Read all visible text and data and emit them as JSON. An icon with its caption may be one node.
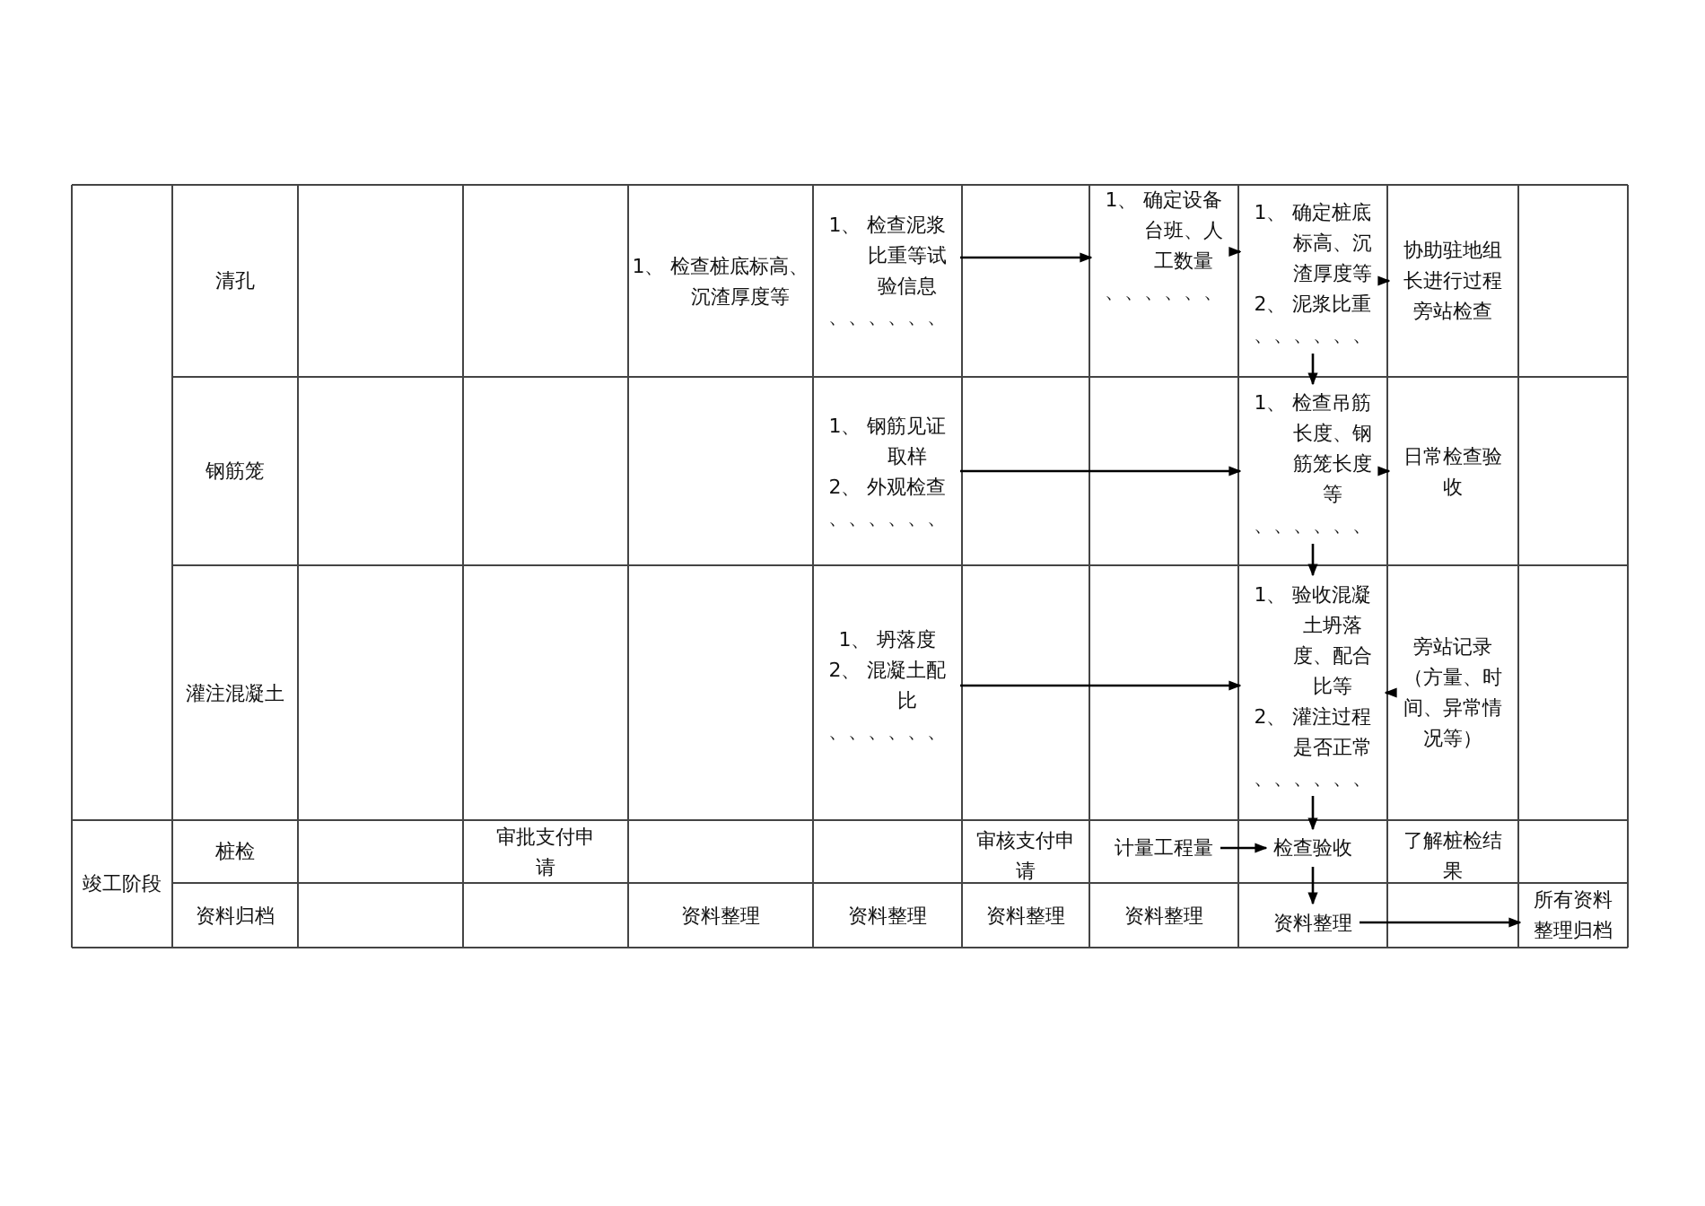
{
  "diagram": {
    "nodes": [
      {
        "text": [
          "清孔"
        ]
      },
      {
        "text": [
          "1、 检查桩底标高、沉渣厚度等"
        ]
      },
      {
        "text": [
          "1、 检查泥浆比重等试验信息",
          "、、、、、、"
        ]
      },
      {
        "text": [
          "1、 确定设备台班、人工数量",
          "、、、、、、"
        ]
      },
      {
        "text": [
          "1、 确定桩底标高、沉渣厚度等",
          "2、 泥浆比重",
          "、、、、、、"
        ]
      },
      {
        "text": [
          "协助驻地组长进行过程旁站检查"
        ]
      },
      {
        "text": [
          "钢筋笼"
        ]
      },
      {
        "text": [
          "1、 钢筋见证取样",
          "2、 外观检查",
          "、、、、、、"
        ]
      },
      {
        "text": [
          "1、 检查吊筋长度、钢筋笼长度等",
          "、、、、、、"
        ]
      },
      {
        "text": [
          "日常检查验收"
        ]
      },
      {
        "text": [
          "灌注混凝土"
        ]
      },
      {
        "text": [
          "1、 坍落度",
          "2、 混凝土配比",
          "、、、、、、"
        ]
      },
      {
        "text": [
          "1、 验收混凝土坍落度、配合比等",
          "2、 灌注过程是否正常",
          "、、、、、、"
        ]
      },
      {
        "text": [
          "旁站记录（方量、时间、异常情况等）"
        ]
      },
      {
        "text": [
          "竣工阶段"
        ]
      },
      {
        "text": [
          "桩检"
        ]
      },
      {
        "text": [
          "审批支付申请"
        ]
      },
      {
        "text": [
          "审核支付申请"
        ]
      },
      {
        "text": [
          "计量工程量"
        ]
      },
      {
        "text": [
          "检查验收"
        ]
      },
      {
        "text": [
          "了解桩检结果"
        ]
      },
      {
        "text": [
          "资料归档"
        ]
      },
      {
        "text": [
          "资料整理"
        ]
      },
      {
        "text": [
          "资料整理"
        ]
      },
      {
        "text": [
          "资料整理"
        ]
      },
      {
        "text": [
          "资料整理"
        ]
      },
      {
        "text": [
          "资料整理"
        ]
      },
      {
        "text": [
          "所有资料整理归档"
        ]
      }
    ],
    "edges": [
      {
        "from": 2,
        "to": 3,
        "arrow": "to"
      },
      {
        "from": 3,
        "to": 4,
        "arrow": "to"
      },
      {
        "from": 4,
        "to": 5,
        "arrow": "to"
      },
      {
        "from": 4,
        "to": 8,
        "arrow": "to"
      },
      {
        "from": 7,
        "to": 8,
        "arrow": "to"
      },
      {
        "from": 8,
        "to": 9,
        "arrow": "to"
      },
      {
        "from": 8,
        "to": 12,
        "arrow": "to"
      },
      {
        "from": 11,
        "to": 12,
        "arrow": "to"
      },
      {
        "from": 13,
        "to": 12,
        "arrow": "to"
      },
      {
        "from": 12,
        "to": 19,
        "arrow": "to"
      },
      {
        "from": 18,
        "to": 19,
        "arrow": "to"
      },
      {
        "from": 19,
        "to": 26,
        "arrow": "to"
      },
      {
        "from": 26,
        "to": 27,
        "arrow": "to"
      }
    ]
  }
}
